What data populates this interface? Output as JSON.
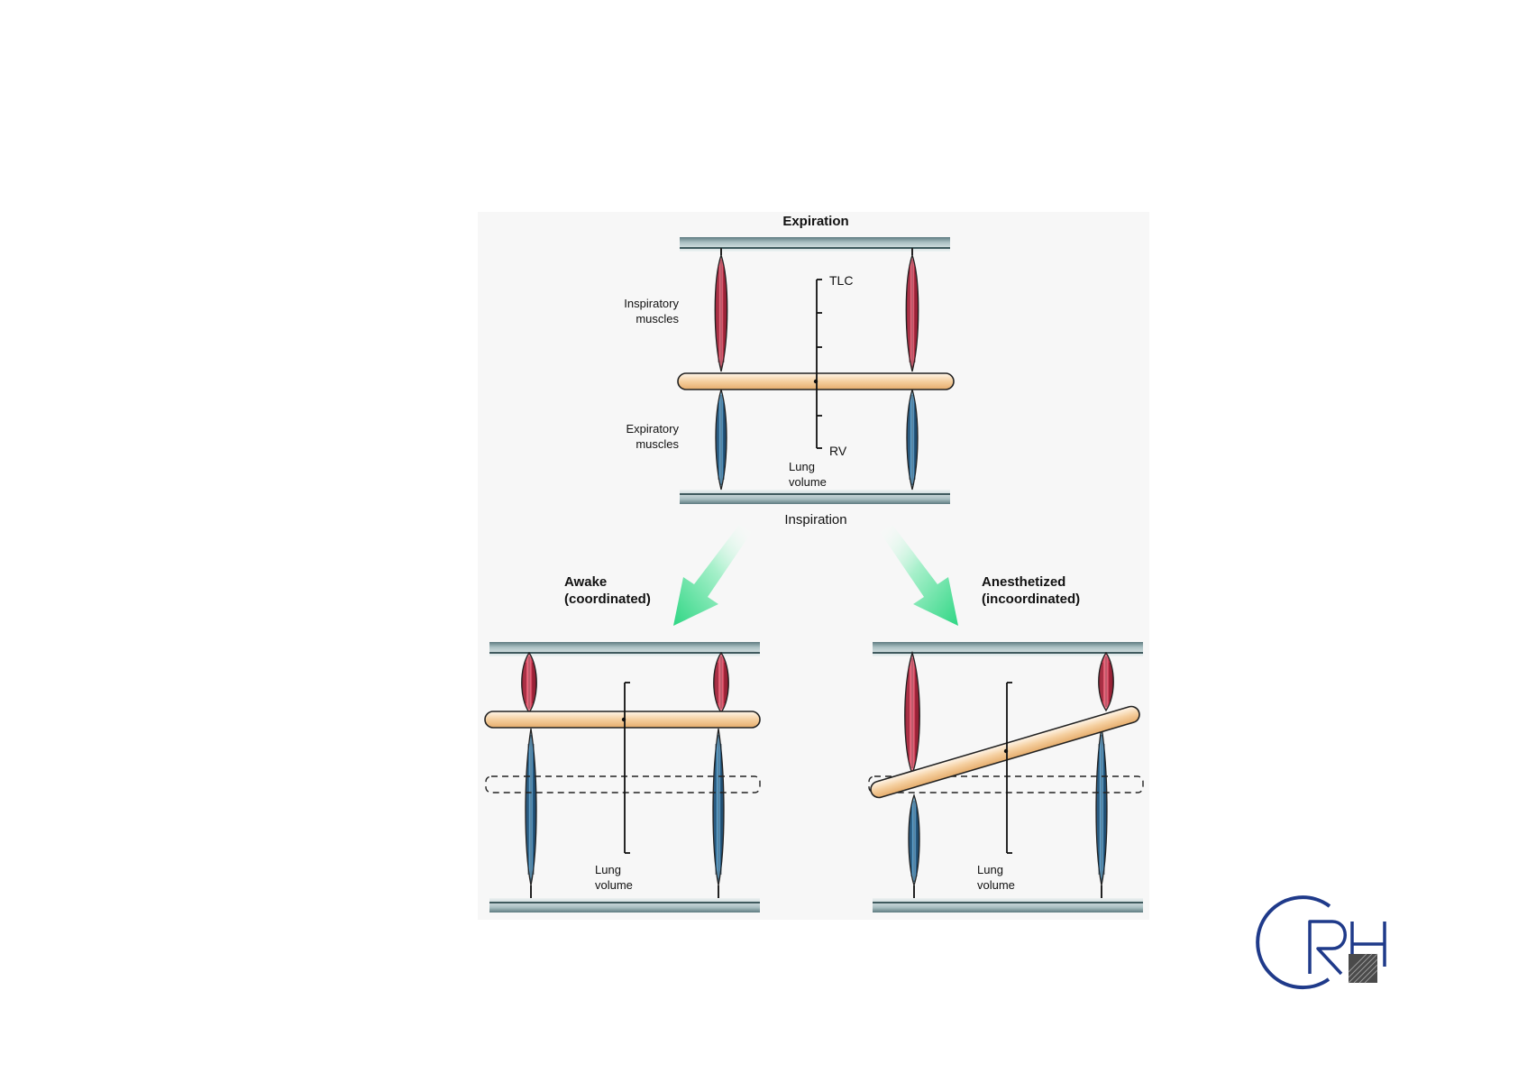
{
  "top": {
    "title": "Expiration",
    "bottom_label": "Inspiration",
    "inspiratory_label": [
      "Inspiratory",
      "muscles"
    ],
    "expiratory_label": [
      "Expiratory",
      "muscles"
    ],
    "tlc": "TLC",
    "rv": "RV",
    "lung_volume": [
      "Lung",
      "volume"
    ]
  },
  "left": {
    "title": [
      "Awake",
      "(coordinated)"
    ],
    "lung_volume": [
      "Lung",
      "volume"
    ]
  },
  "right": {
    "title": [
      "Anesthetized",
      "(incoordinated)"
    ],
    "lung_volume": [
      "Lung",
      "volume"
    ]
  },
  "logo": {
    "text": "CRH"
  },
  "colors": {
    "plate": "#6f8c90",
    "inspiratory": "#c8304a",
    "expiratory": "#2f6fa0",
    "bar": "#f2c691",
    "arrow": "#36d888"
  }
}
